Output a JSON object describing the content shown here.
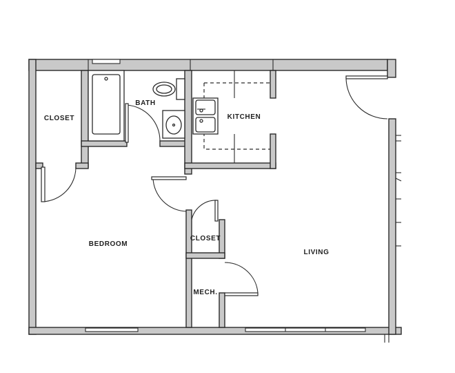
{
  "rooms": {
    "closet_1": "CLOSET",
    "bath": "BATH",
    "kitchen": "KITCHEN",
    "bedroom": "BEDROOM",
    "closet_2": "CLOSET",
    "living": "LIVING",
    "mech": "MECH."
  }
}
